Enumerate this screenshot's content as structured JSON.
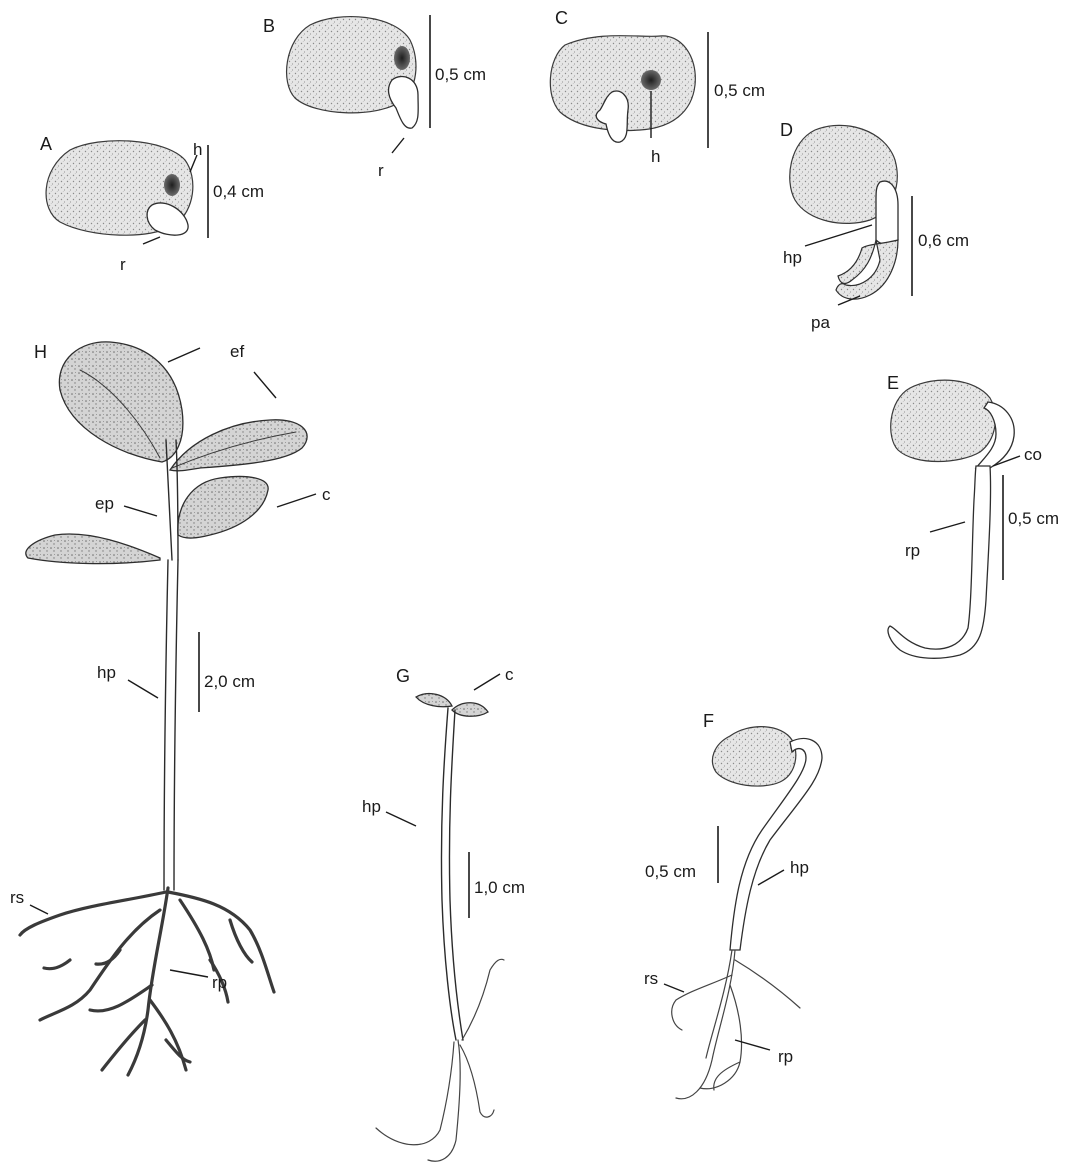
{
  "panels": [
    {
      "id": "A",
      "scale": "0,4 cm",
      "labels": [
        "h",
        "r"
      ]
    },
    {
      "id": "B",
      "scale": "0,5 cm",
      "labels": [
        "r"
      ]
    },
    {
      "id": "C",
      "scale": "0,5 cm",
      "labels": [
        "h"
      ]
    },
    {
      "id": "D",
      "scale": "0,6 cm",
      "labels": [
        "hp",
        "pa"
      ]
    },
    {
      "id": "E",
      "scale": "0,5 cm",
      "labels": [
        "co",
        "rp"
      ]
    },
    {
      "id": "F",
      "scale": "0,5 cm",
      "labels": [
        "hp",
        "rs",
        "rp"
      ]
    },
    {
      "id": "G",
      "scale": "1,0 cm",
      "labels": [
        "c",
        "hp"
      ]
    },
    {
      "id": "H",
      "scale": "2,0 cm",
      "labels": [
        "ef",
        "ep",
        "c",
        "hp",
        "rs",
        "rp"
      ]
    }
  ],
  "colors": {
    "ink": "#2b2b2b",
    "paper": "#ffffff",
    "stipple": "#cfcfcf",
    "hilum": "#3a3a3a"
  }
}
